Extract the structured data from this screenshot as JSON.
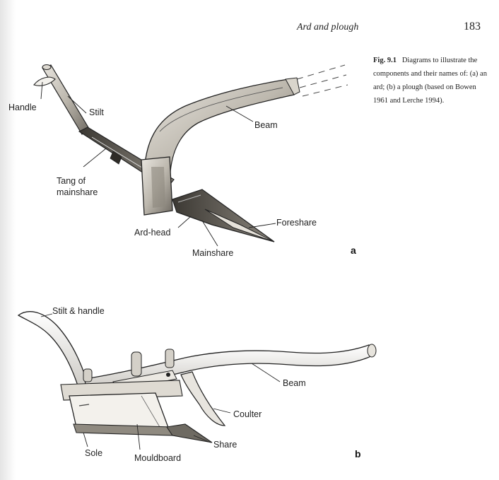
{
  "header": {
    "running_head": "Ard and plough",
    "page_number": "183"
  },
  "caption": {
    "label": "Fig. 9.1",
    "text": "Diagrams to illustrate the components and their names of: (a) an ard; (b) a plough (based on Bowen 1961 and Lerche 1994)."
  },
  "figure_a": {
    "panel_letter": "a",
    "labels": {
      "handle": "Handle",
      "stilt": "Stilt",
      "beam": "Beam",
      "tang_line1": "Tang  of",
      "tang_line2": "mainshare",
      "ard_head": "Ard-head",
      "foreshare": "Foreshare",
      "mainshare": "Mainshare"
    }
  },
  "figure_b": {
    "panel_letter": "b",
    "labels": {
      "stilt_handle": "Stilt & handle",
      "beam": "Beam",
      "coulter": "Coulter",
      "share": "Share",
      "sole": "Sole",
      "mouldboard": "Mouldboard"
    }
  }
}
